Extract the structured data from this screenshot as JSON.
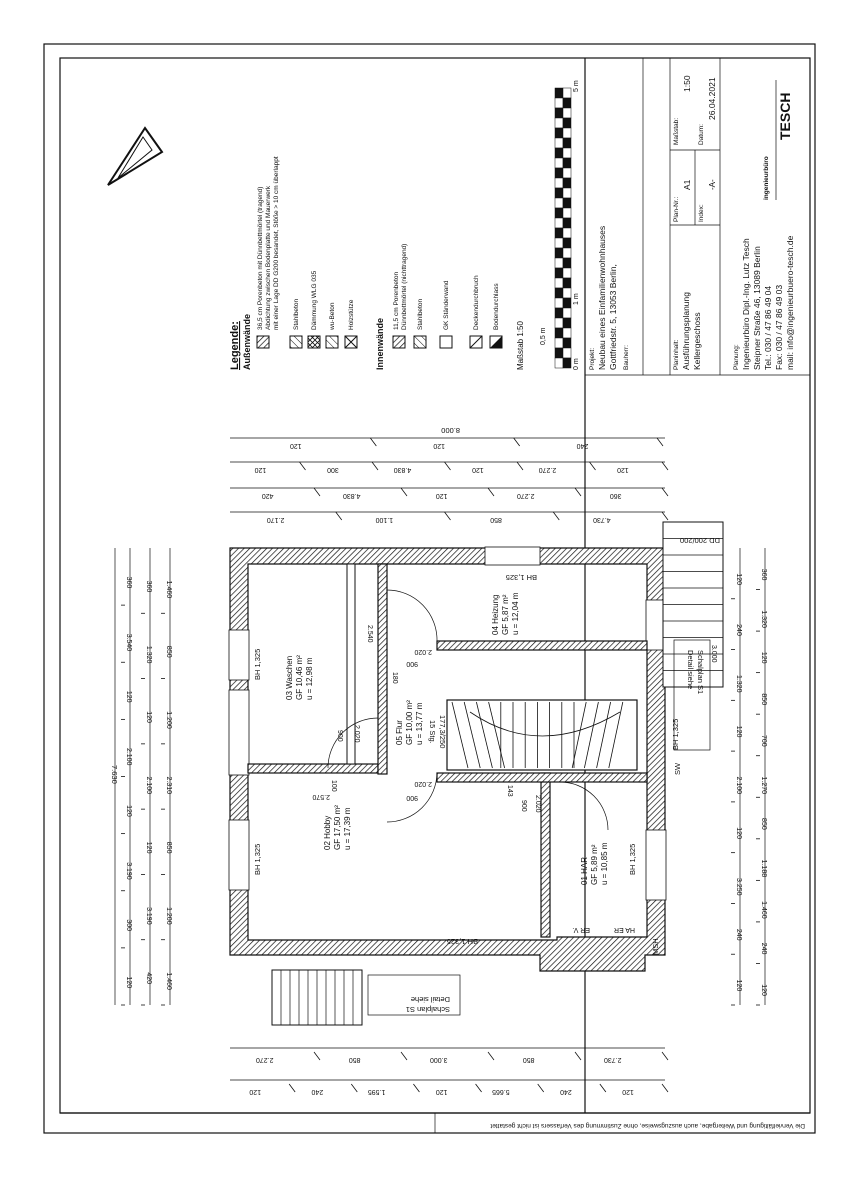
{
  "copyright": "Die Vervielfältigung und Weitergabe, auch auszugsweise, ohne Zustimmung des Verfassers ist nicht gestattet",
  "legend": {
    "title": "Legende:",
    "outer_title": "Außenwände",
    "outer_items": [
      {
        "text": "36,5 cm Porenbeton mit Dünnbettmörtel (tragend)"
      },
      {
        "text": "Abdichtung zwischen Bodenplatte und Mauerwerk"
      },
      {
        "text": "mit einer Lage DD G200 besandet, Stöße > 10 cm überlappt"
      },
      {
        "text": "Stahlbeton"
      },
      {
        "text": "Dämmung WLG 035"
      },
      {
        "text": "wu-Beton"
      },
      {
        "text": "Holzstütze"
      }
    ],
    "inner_title": "Innenwände",
    "inner_items": [
      {
        "text": "11,5 cm Porenbeton"
      },
      {
        "text": "Dünnbettmörtel (nichttragend)"
      },
      {
        "text": "Stahlbeton"
      },
      {
        "text": "GK Ständerwand"
      },
      {
        "text": "Deckendurchbruch"
      },
      {
        "text": "Bodendurchlass"
      }
    ],
    "scale_title": "Maßstab 1:50",
    "scale_labels": [
      "0 m",
      "0,5 m",
      "1 m",
      "5 m"
    ]
  },
  "title_block": {
    "projekt_label": "Projekt:",
    "projekt_line1": "Neubau eines Einfamilienwohnhauses",
    "projekt_line2": "Gottfriedstr. 5, 13053 Berlin,",
    "bauherr_label": "Bauherr:",
    "planinhalt_label": "Planinhalt:",
    "planinhalt_line1": "Ausführungsplanung",
    "planinhalt_line2": "Kellergeschoss",
    "plan_nr_label": "Plan-Nr.:",
    "plan_nr": "A1",
    "massstab_label": "Maßstab:",
    "massstab": "1:50",
    "index_label": "Index:",
    "index": "-A-",
    "datum_label": "Datum:",
    "datum": "26.04.2021",
    "planung_label": "Planung:",
    "office": "Ingenieurbüro Dipl.-Ing. Lutz Tesch",
    "street": "Steipner Straße 46, 13089 Berlin",
    "tel": "Tel.: 030 / 47 86 49 04",
    "fax": "Fax: 030 / 47 86 49 03",
    "mail": "mail: info@ingenieurbuero-tesch.de",
    "logo_small": "ingenieurbüro",
    "logo_big": "TESCH"
  },
  "rooms": [
    {
      "name": "02 Hobby",
      "gf": "GF 17,50 m²",
      "u": "u = 17,39 m"
    },
    {
      "name": "03 Waschen",
      "gf": "GF 10,46 m²",
      "u": "u = 12,98 m"
    },
    {
      "name": "05 Flur",
      "gf": "GF 10,00 m²",
      "u": "u = 13,77 m"
    },
    {
      "name": "04 Heizung",
      "gf": "GF 5,87 m²",
      "u": "u = 12,04 m"
    },
    {
      "name": "01 HAR",
      "gf": "GF 5,89 m²",
      "u": "u = 10,85 m"
    }
  ],
  "stair": {
    "line1": "15 Stg.",
    "line2": "177,3/250"
  },
  "notes": {
    "bh": "BH 1,325",
    "detail_line1": "Detail siehe",
    "detail_line2": "Schalplan S1",
    "dd": "DD 200/200",
    "sw": "SW",
    "msh": "MSH",
    "ha_er": "HA ER",
    "er_v": "ER V."
  },
  "dims": {
    "door_w": "900",
    "door_h": "2.020",
    "d_2540": "2.540",
    "d_2570": "2.570",
    "d_100": "100",
    "d_180": "180",
    "d_143": "143",
    "d_3000": "3.000",
    "left_total": "7.630",
    "left_row1": [
      "120",
      "300",
      "3.190",
      "120",
      "2.100",
      "120",
      "3.540",
      "360"
    ],
    "left_row2": [
      "420",
      "3.190",
      "120",
      "2.100",
      "120",
      "1.320",
      "360"
    ],
    "left_row3": [
      "1.460",
      "1.200",
      "850",
      "2.310",
      "1.200",
      "850",
      "1.460"
    ],
    "right_row1": [
      "120",
      "240",
      "3.250",
      "120",
      "2.100",
      "120",
      "1.320",
      "240",
      "120"
    ],
    "right_row2": [
      "120",
      "240",
      "1.460",
      "1.188",
      "850",
      "1.270",
      "700",
      "850",
      "120",
      "1.320",
      "360"
    ],
    "top_total": "8.000",
    "top_row1": [
      "240",
      "120",
      "120"
    ],
    "top_row2": [
      "120",
      "2.270",
      "120",
      "4.830",
      "300",
      "120"
    ],
    "top_row3": [
      "360",
      "2.270",
      "120",
      "4.830",
      "420"
    ],
    "top_row4": [
      "4.730",
      "850",
      "1.100",
      "2.170"
    ],
    "bottom_row1": [
      "2.730",
      "850",
      "3.000",
      "850",
      "2.270"
    ],
    "bottom_row2": [
      "120",
      "240",
      "5.665",
      "120",
      "1.595",
      "240",
      "120"
    ]
  },
  "colors": {
    "line": "#111111",
    "wall_hatch": "#111111",
    "paper": "#ffffff"
  }
}
